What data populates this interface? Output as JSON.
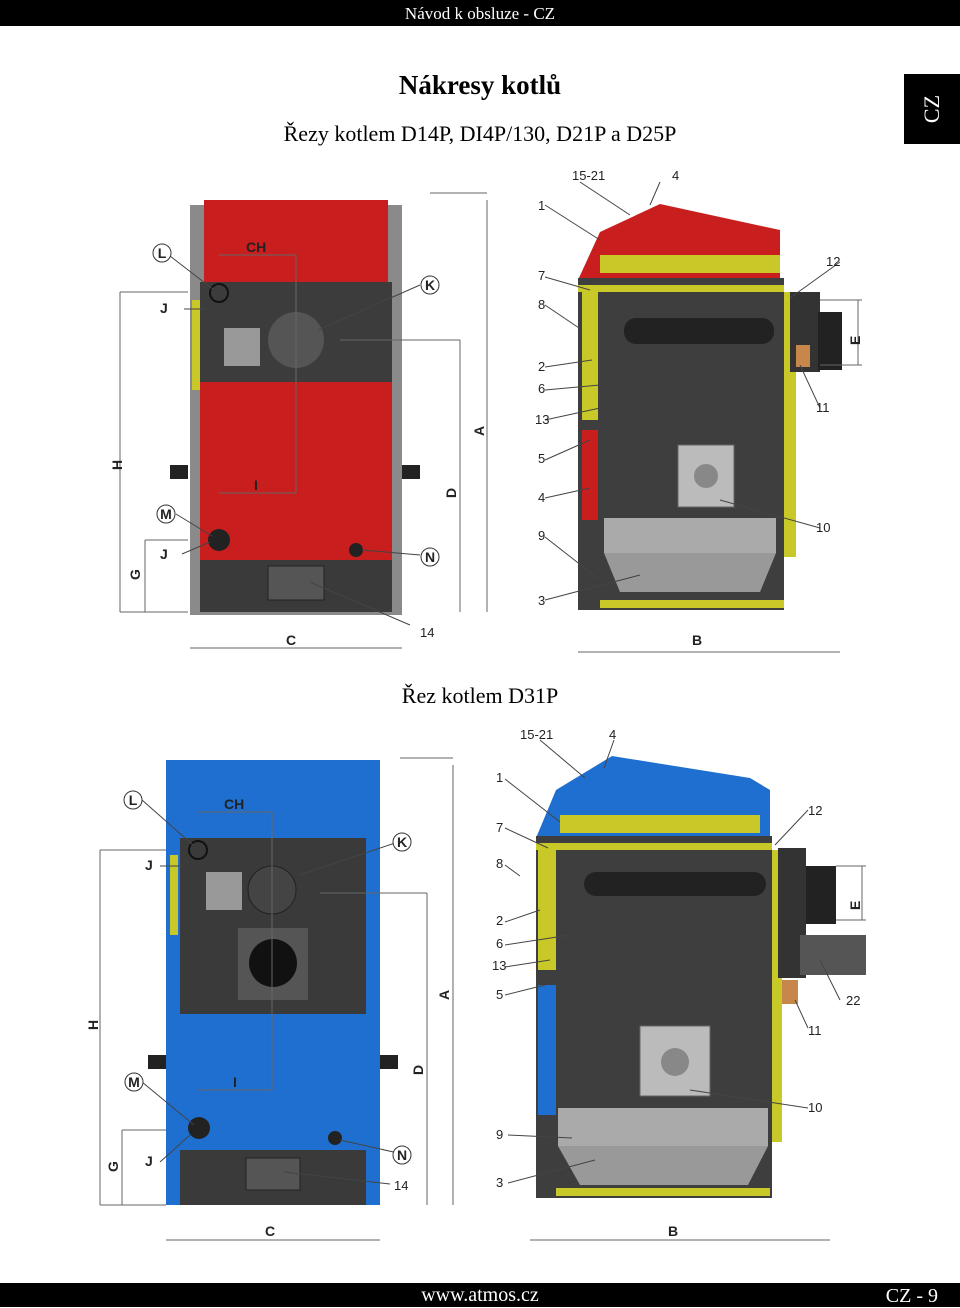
{
  "header": {
    "text": "Návod k obsluze - CZ"
  },
  "lang_tab": {
    "text": "CZ"
  },
  "page_title": "Nákresy kotlů",
  "section1": {
    "title": "Řezy kotlem D14P, DI4P/130, D21P a D25P",
    "front_labels": {
      "L": "L",
      "J_top": "J",
      "M": "M",
      "J_bot": "J",
      "CH": "CH",
      "K": "K",
      "N": "N",
      "I": "I",
      "H": "H",
      "G": "G",
      "D": "D",
      "A": "A",
      "C": "C",
      "n14": "14"
    },
    "side_labels": {
      "n1521": "15-21",
      "n4": "4",
      "n1": "1",
      "n7": "7",
      "n8": "8",
      "n2": "2",
      "n6": "6",
      "n13": "13",
      "n5": "5",
      "n4b": "4",
      "n9": "9",
      "n3": "3",
      "n12": "12",
      "E": "E",
      "n11": "11",
      "n10": "10",
      "B": "B"
    }
  },
  "section2": {
    "title": "Řez kotlem D31P",
    "front_labels": {
      "L": "L",
      "J_top": "J",
      "M": "M",
      "J_bot": "J",
      "CH": "CH",
      "K": "K",
      "N": "N",
      "I": "I",
      "H": "H",
      "G": "G",
      "D": "D",
      "A": "A",
      "C": "C",
      "n14": "14"
    },
    "side_labels": {
      "n1521": "15-21",
      "n4": "4",
      "n1": "1",
      "n7": "7",
      "n8": "8",
      "n2": "2",
      "n6": "6",
      "n13": "13",
      "n5": "5",
      "n9": "9",
      "n3": "3",
      "n12": "12",
      "E": "E",
      "n22": "22",
      "n11": "11",
      "n10": "10",
      "B": "B"
    }
  },
  "footer": {
    "url": "www.atmos.cz",
    "page": "CZ - 9"
  },
  "colors": {
    "red_boiler": "#c81e1e",
    "blue_boiler": "#1f6fd0",
    "insulation": "#c8c828",
    "steel": "#4a4a4a"
  }
}
